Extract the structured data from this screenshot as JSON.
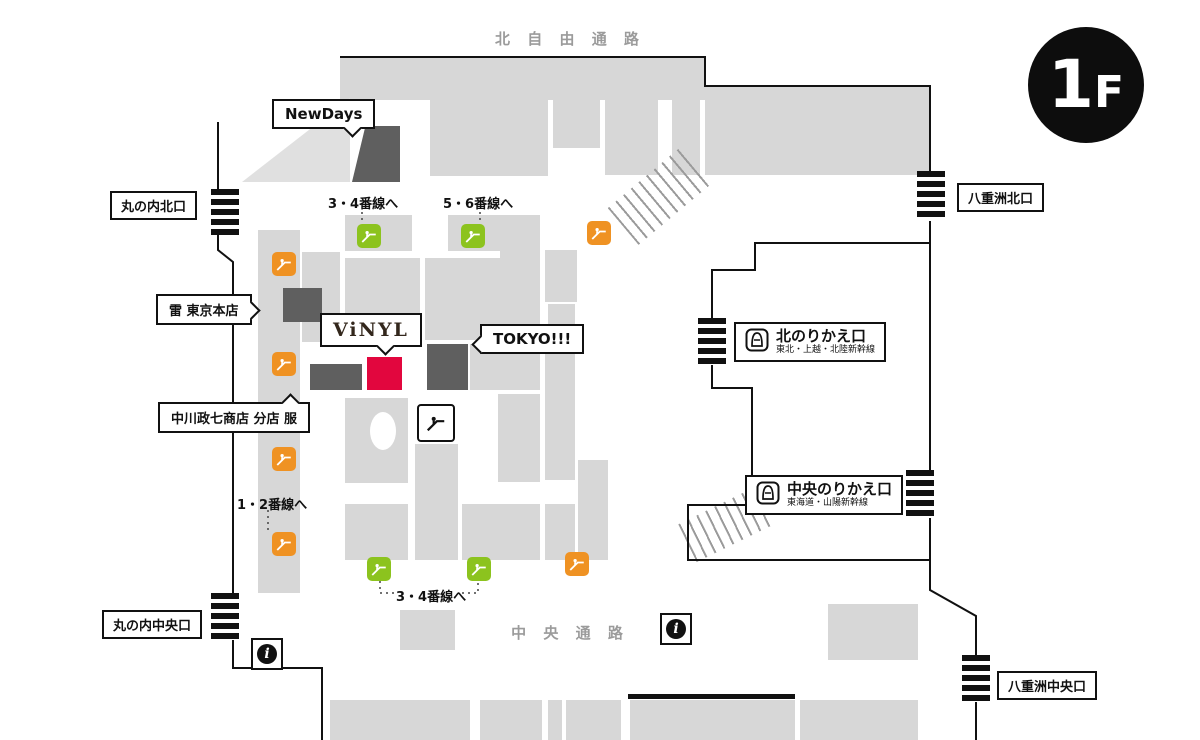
{
  "floor": {
    "number": "1",
    "suffix": "F"
  },
  "corridors": {
    "north": "北 自 由 通 路",
    "central": "中 央 通 路"
  },
  "exits": {
    "marunouchi_north": "丸の内北口",
    "yaesu_north": "八重洲北口",
    "marunouchi_central": "丸の内中央口",
    "yaesu_central": "八重洲中央口"
  },
  "transfer_gates": {
    "north": {
      "label": "北のりかえ口",
      "lines": "東北・上越・北陸新幹線"
    },
    "central": {
      "label": "中央のりかえ口",
      "lines": "東海道・山陽新幹線"
    }
  },
  "platform_links": {
    "north_34": "3・4番線へ",
    "north_56": "5・6番線へ",
    "west_12": "1・2番線へ",
    "south_34": "3・4番線へ"
  },
  "shops": {
    "newdays": "NewDays",
    "kaminari_tokyo_honten": "雷 東京本店",
    "vinyl": "ViNYL",
    "tokyo": "TOKYO!!!",
    "nakagawa_masashichi": "中川政七商店 分店 服"
  },
  "icons": {
    "info": "i",
    "escalator": "escalator-pictogram",
    "shinkansen": "shinkansen-front",
    "ticket_gate": "striped-gate"
  },
  "colors": {
    "highlight_red": "#e2063e",
    "escalator_orange": "#ef9223",
    "escalator_green": "#8cc31e",
    "block_gray": "#d7d7d7",
    "dark_block_gray": "#5f5f5f",
    "outline_black": "#111111",
    "corridor_text_gray": "#9b9b9b"
  }
}
